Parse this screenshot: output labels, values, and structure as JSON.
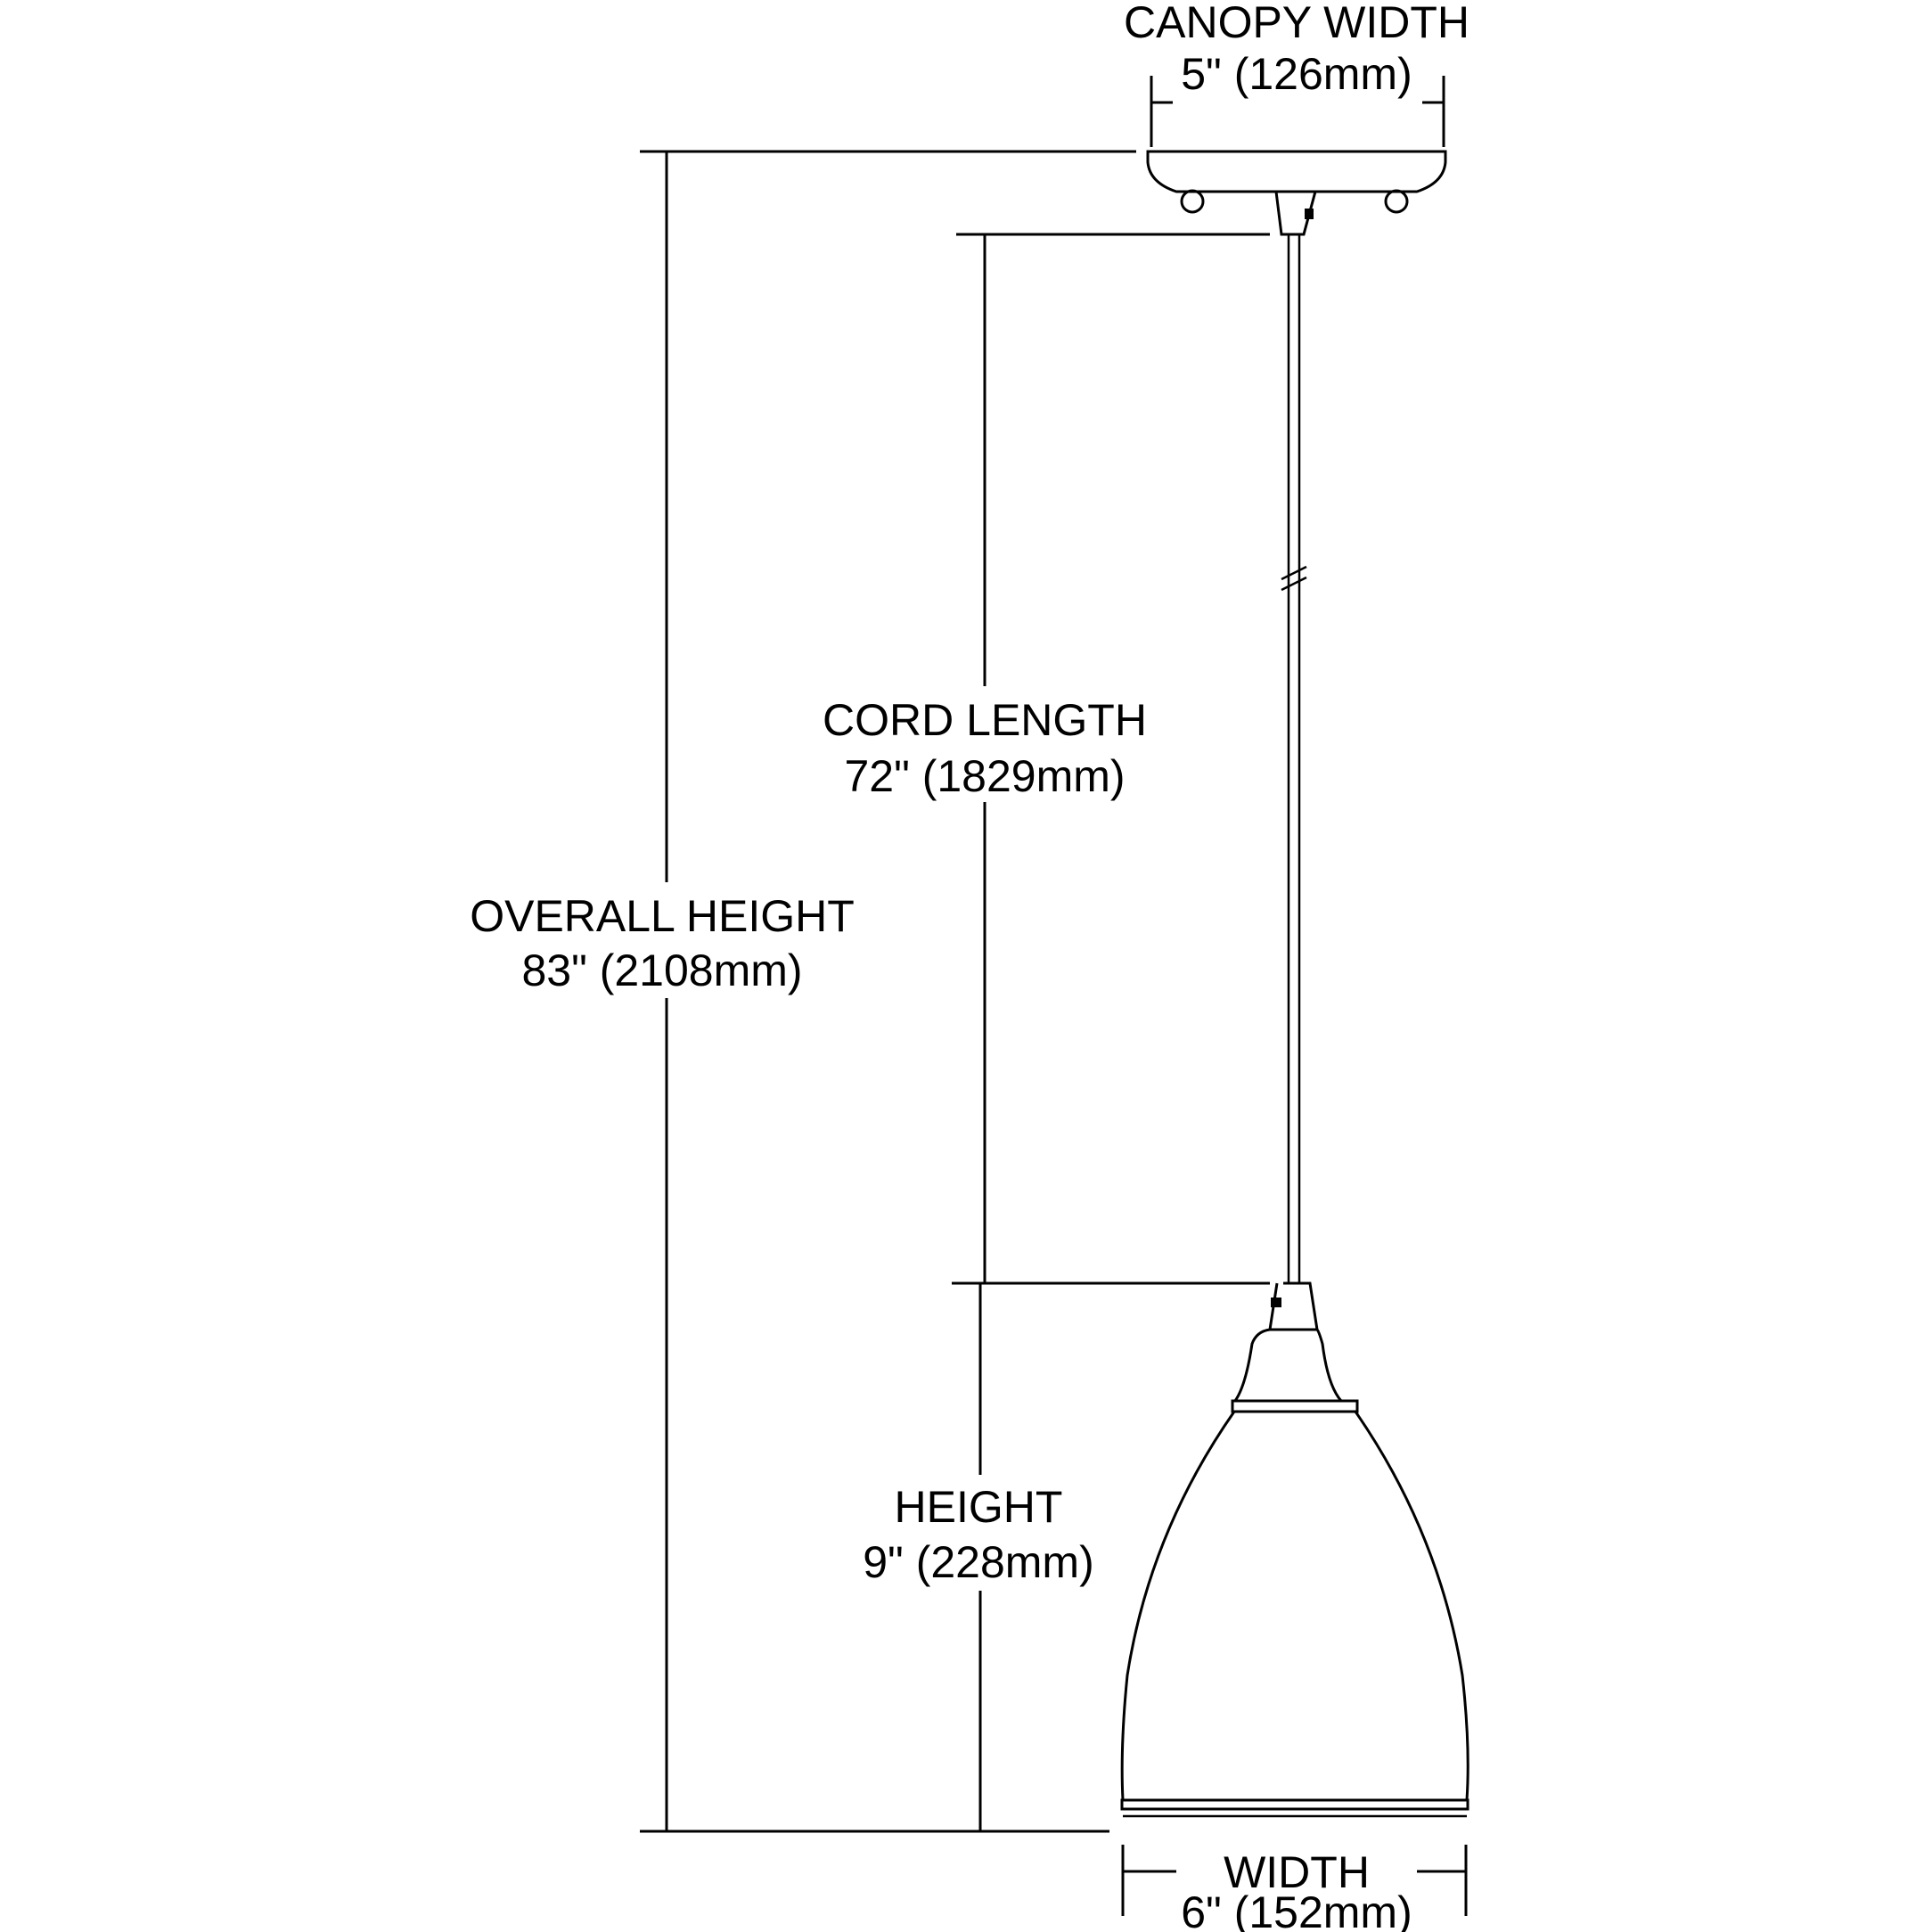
{
  "canopy_width": {
    "label": "CANOPY WIDTH",
    "value": "5\" (126mm)"
  },
  "cord_length": {
    "label": "CORD LENGTH",
    "value": "72\" (1829mm)"
  },
  "overall_height": {
    "label": "OVERALL HEIGHT",
    "value": "83\" (2108mm)"
  },
  "height": {
    "label": "HEIGHT",
    "value": "9\" (228mm)"
  },
  "width": {
    "label": "WIDTH",
    "value": "6\" (152mm)"
  },
  "colors": {
    "ink": "#000000",
    "background": "#ffffff"
  }
}
